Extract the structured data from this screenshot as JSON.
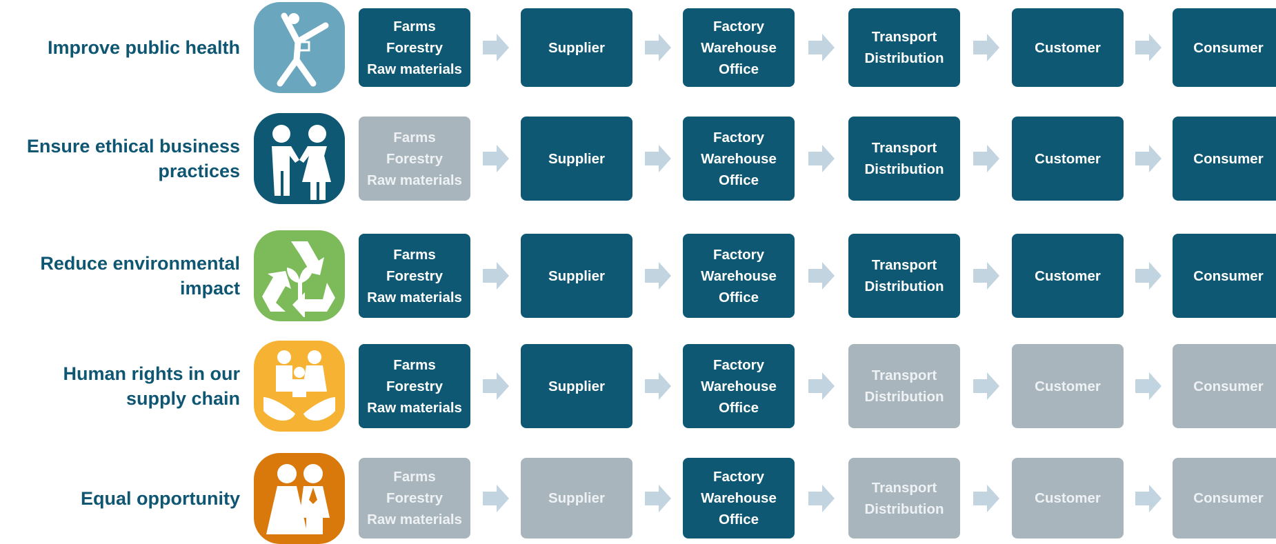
{
  "colors": {
    "active": "#0e5873",
    "inactive": "#a9b5bc",
    "arrow": "#c2d4df",
    "label": "#0f5673"
  },
  "rows": [
    {
      "label": "Improve public health",
      "icon": {
        "name": "public-health-icon",
        "bg": "#6aa6bd"
      },
      "stages": [
        {
          "text": "Farms\nForestry\nRaw materials",
          "active": true
        },
        {
          "text": "Supplier",
          "active": true
        },
        {
          "text": "Factory\nWarehouse\nOffice",
          "active": true
        },
        {
          "text": "Transport\nDistribution",
          "active": true
        },
        {
          "text": "Customer",
          "active": true
        },
        {
          "text": "Consumer",
          "active": true
        }
      ]
    },
    {
      "label": "Ensure ethical business\npractices",
      "icon": {
        "name": "handshake-icon",
        "bg": "#0e5873"
      },
      "stages": [
        {
          "text": "Farms\nForestry\nRaw materials",
          "active": false
        },
        {
          "text": "Supplier",
          "active": true
        },
        {
          "text": "Factory\nWarehouse\nOffice",
          "active": true
        },
        {
          "text": "Transport\nDistribution",
          "active": true
        },
        {
          "text": "Customer",
          "active": true
        },
        {
          "text": "Consumer",
          "active": true
        }
      ]
    },
    {
      "label": "Reduce environmental\nimpact",
      "icon": {
        "name": "recycle-plant-icon",
        "bg": "#7dbb5a"
      },
      "stages": [
        {
          "text": "Farms\nForestry\nRaw materials",
          "active": true
        },
        {
          "text": "Supplier",
          "active": true
        },
        {
          "text": "Factory\nWarehouse\nOffice",
          "active": true
        },
        {
          "text": "Transport\nDistribution",
          "active": true
        },
        {
          "text": "Customer",
          "active": true
        },
        {
          "text": "Consumer",
          "active": true
        }
      ]
    },
    {
      "label": "Human rights in our\nsupply chain",
      "icon": {
        "name": "family-hands-icon",
        "bg": "#f5b233"
      },
      "stages": [
        {
          "text": "Farms\nForestry\nRaw materials",
          "active": true
        },
        {
          "text": "Supplier",
          "active": true
        },
        {
          "text": "Factory\nWarehouse\nOffice",
          "active": true
        },
        {
          "text": "Transport\nDistribution",
          "active": false
        },
        {
          "text": "Customer",
          "active": false
        },
        {
          "text": "Consumer",
          "active": false
        }
      ]
    },
    {
      "label": "Equal opportunity",
      "icon": {
        "name": "man-woman-icon",
        "bg": "#d9790c"
      },
      "stages": [
        {
          "text": "Farms\nForestry\nRaw materials",
          "active": false
        },
        {
          "text": "Supplier",
          "active": false
        },
        {
          "text": "Factory\nWarehouse\nOffice",
          "active": true
        },
        {
          "text": "Transport\nDistribution",
          "active": false
        },
        {
          "text": "Customer",
          "active": false
        },
        {
          "text": "Consumer",
          "active": false
        }
      ]
    }
  ]
}
